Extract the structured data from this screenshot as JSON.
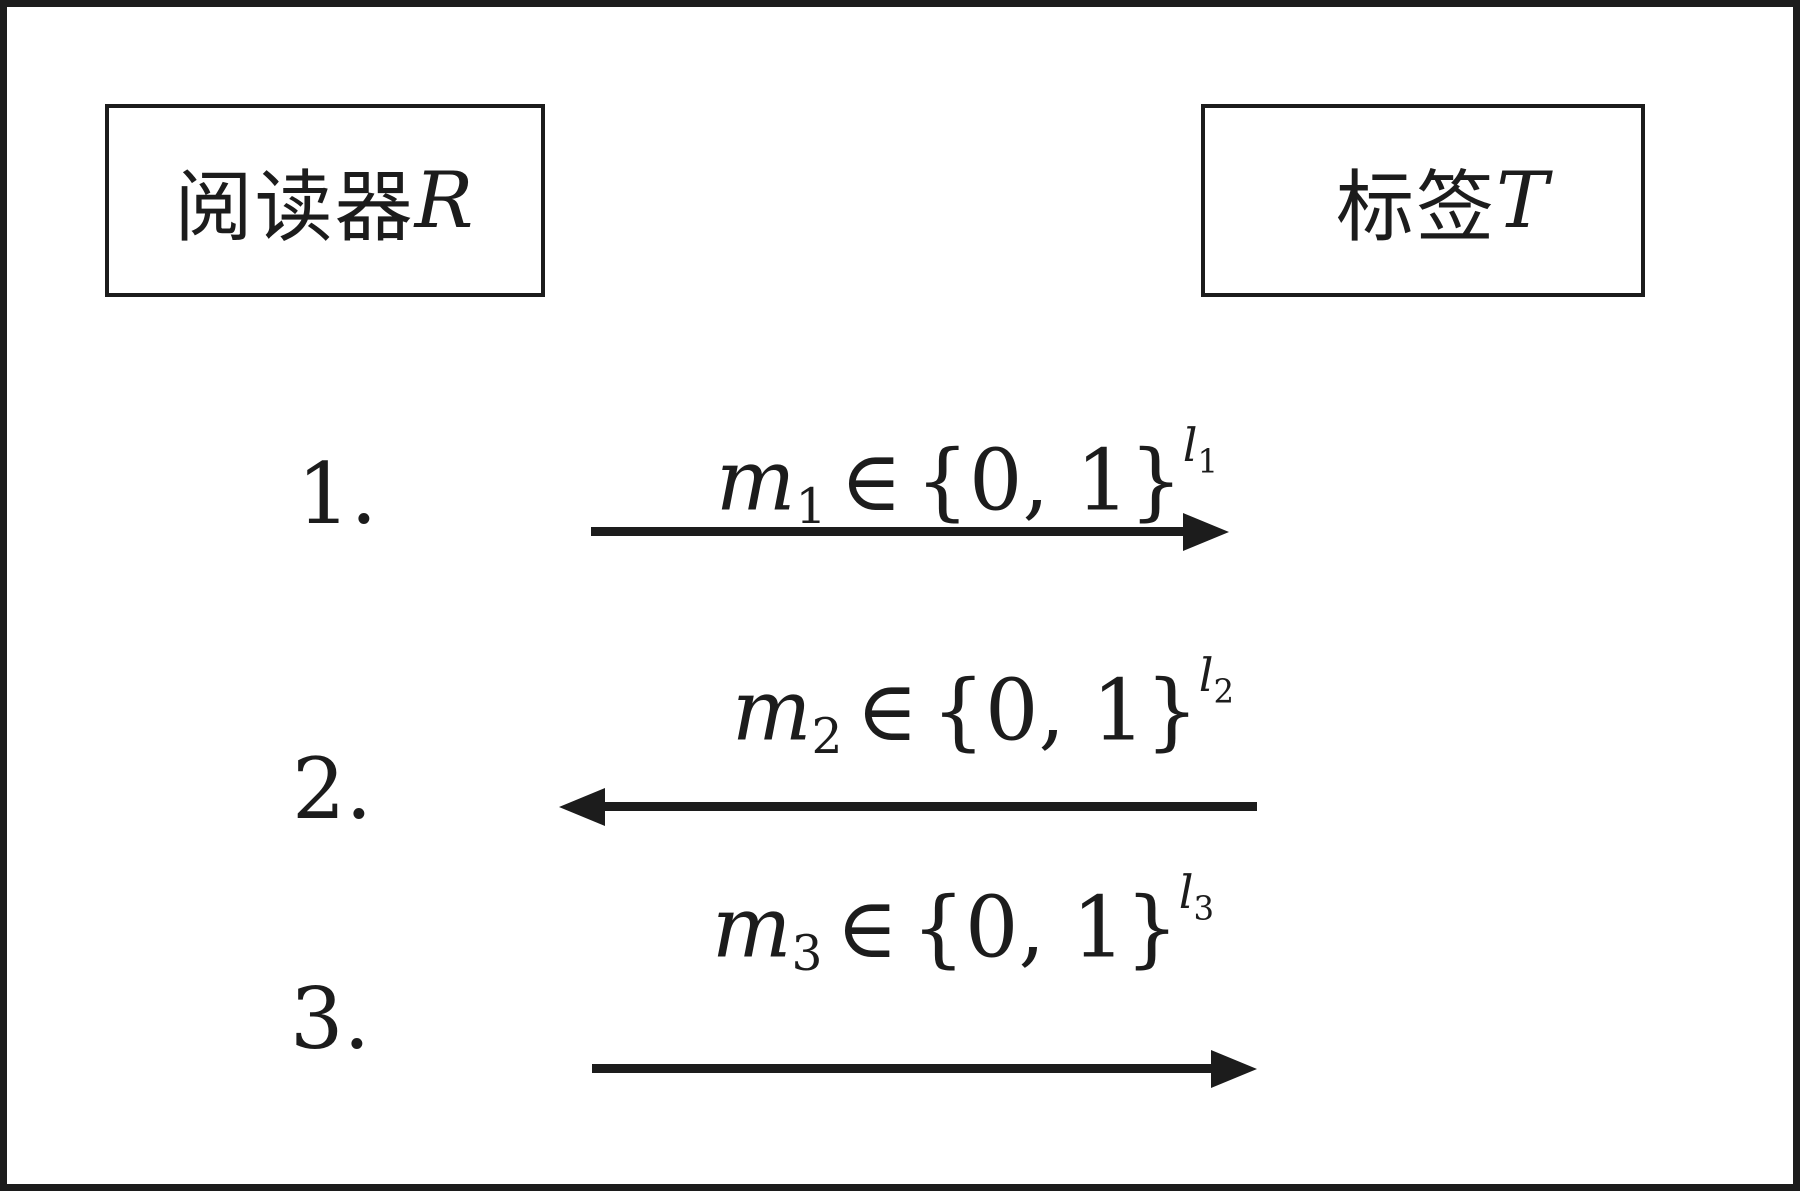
{
  "diagram": {
    "background": "#ffffff",
    "ink_color": "#1c1c1c",
    "participants": [
      {
        "name": "阅读器",
        "symbol": "R"
      },
      {
        "name": "标签",
        "symbol": "T"
      }
    ],
    "messages": [
      {
        "step": "1.",
        "var": "m",
        "var_sub": "1",
        "relation": "∈",
        "set": "{0, 1}",
        "exp_var": "l",
        "exp_sub": "1",
        "direction": "right"
      },
      {
        "step": "2.",
        "var": "m",
        "var_sub": "2",
        "relation": "∈",
        "set": "{0, 1}",
        "exp_var": "l",
        "exp_sub": "2",
        "direction": "left"
      },
      {
        "step": "3.",
        "var": "m",
        "var_sub": "3",
        "relation": "∈",
        "set": "{0, 1}",
        "exp_var": "l",
        "exp_sub": "3",
        "direction": "right"
      }
    ]
  }
}
